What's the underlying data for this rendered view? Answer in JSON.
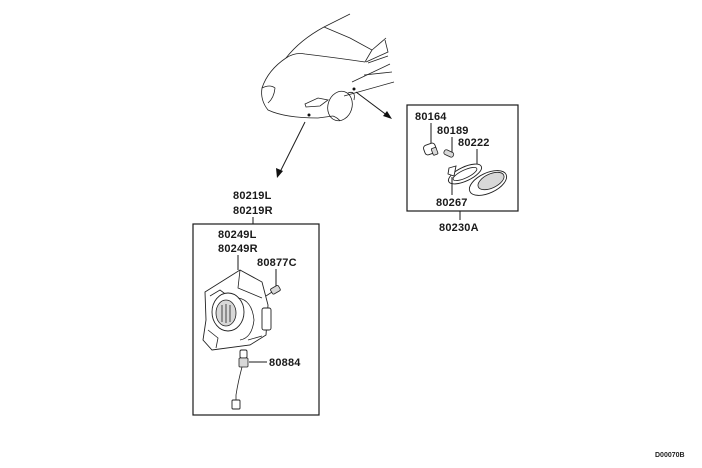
{
  "diagram": {
    "diagram_code": "D00070B",
    "groups": [
      {
        "name": "fog-lamp-assembly",
        "assembly_labels": [
          "80219L",
          "80219R"
        ],
        "parts": [
          {
            "label_lines": [
              "80249L",
              "80249R"
            ],
            "description": "fog-lamp-unit"
          },
          {
            "label_lines": [
              "80877C"
            ],
            "description": "screw"
          },
          {
            "label_lines": [
              "80884"
            ],
            "description": "bulb-socket-harness"
          }
        ]
      },
      {
        "name": "side-turn-signal-assembly",
        "assembly_labels": [
          "80230A"
        ],
        "parts": [
          {
            "label_lines": [
              "80164"
            ],
            "description": "socket"
          },
          {
            "label_lines": [
              "80189"
            ],
            "description": "bulb"
          },
          {
            "label_lines": [
              "80222"
            ],
            "description": "gasket"
          },
          {
            "label_lines": [
              "80267"
            ],
            "description": "clip"
          }
        ]
      }
    ]
  }
}
